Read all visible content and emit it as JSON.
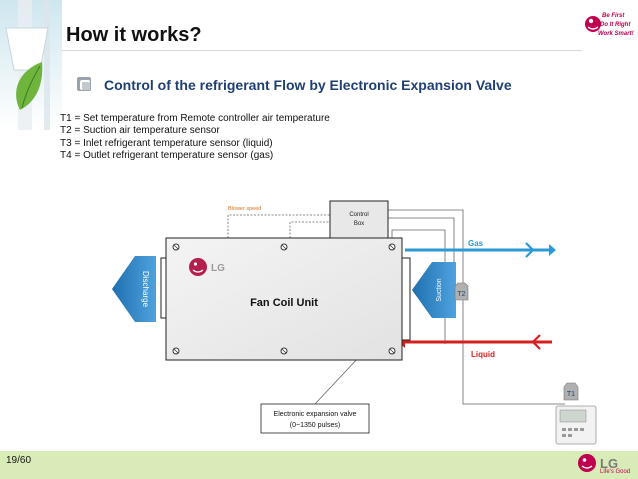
{
  "header": {
    "title": "How it works?",
    "subtitle": "Control of the refrigerant Flow by Electronic Expansion Valve"
  },
  "legend": {
    "lines": [
      "T1 = Set temperature from Remote controller air temperature",
      "T2 = Suction air temperature sensor",
      "T3 = Inlet refrigerant temperature sensor (liquid)",
      "T4 = Outlet refrigerant temperature sensor (gas)"
    ]
  },
  "diagram": {
    "fcu_label": "Fan Coil Unit",
    "lg_unit_logo": "LG",
    "control_box_line1": "Control",
    "control_box_line2": "Box",
    "blower_speed": "Blower speed",
    "gas_label": "Gas",
    "liquid_label": "Liquid",
    "discharge_label": "Discharge",
    "suction_label": "Suction",
    "t1_label": "T1",
    "t2_label": "T2",
    "eev_line1": "Electronic expansion valve",
    "eev_line2": "(0~1350 pulses)"
  },
  "footer": {
    "page": "19/60",
    "brand": "LG",
    "tagline": "Life's Good"
  },
  "slogan": {
    "line1": "Be First",
    "line2": "Do It Right",
    "line3": "Work Smart!"
  },
  "colors": {
    "title_blue": "#1f3f73",
    "arrow_blue": "#2f86c8",
    "gas_blue": "#2a9ad6",
    "liquid_red": "#d62020",
    "lg_red": "#c0004e",
    "footer_green": "#d9ecb8"
  }
}
